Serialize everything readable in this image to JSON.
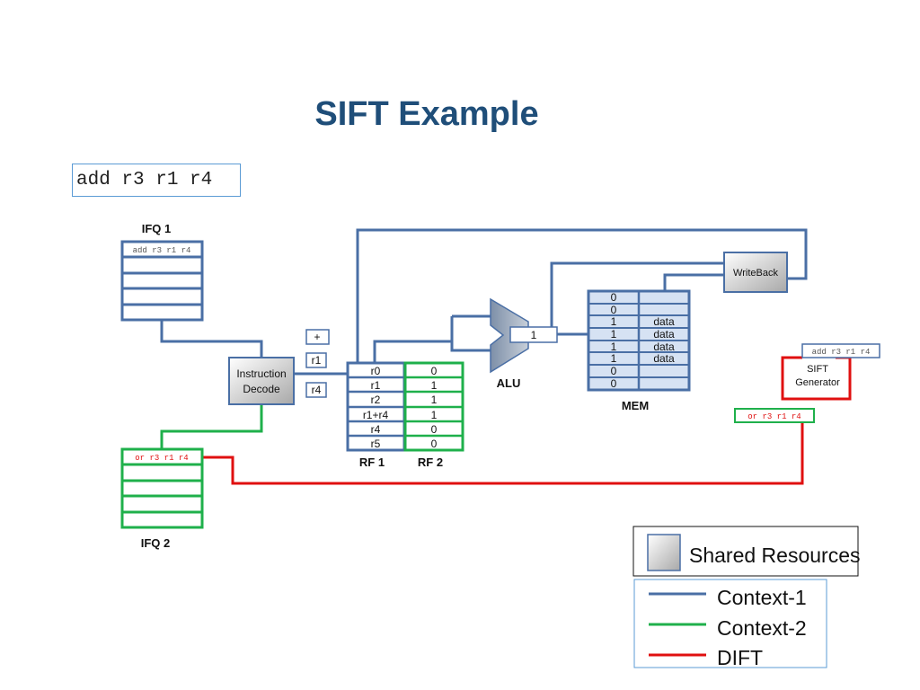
{
  "title": "SIFT Example",
  "instruction": "add r3 r1 r4",
  "ifq1": {
    "label": "IFQ 1",
    "entry": "add r3 r1 r4"
  },
  "ifq2": {
    "label": "IFQ 2",
    "entry": "or r3 r1 r4"
  },
  "decode": {
    "line1": "Instruction",
    "line2": "Decode"
  },
  "operands": {
    "op": "+",
    "src1": "r1",
    "src2": "r4"
  },
  "rf1": {
    "label": "RF 1",
    "regs": [
      "r0",
      "r1",
      "r2",
      "r1+r4",
      "r4",
      "r5"
    ]
  },
  "rf2": {
    "label": "RF 2",
    "bits": [
      "0",
      "1",
      "1",
      "1",
      "0",
      "0"
    ]
  },
  "alu": {
    "label": "ALU",
    "result": "1"
  },
  "mem": {
    "label": "MEM",
    "tags": [
      "0",
      "0",
      "1",
      "1",
      "1",
      "1",
      "0",
      "0"
    ],
    "values": [
      "",
      "",
      "data",
      "data",
      "data",
      "data",
      "",
      ""
    ]
  },
  "writeback": {
    "label": "WriteBack"
  },
  "sift": {
    "line1": "SIFT",
    "line2": "Generator",
    "input": "add r3 r1 r4",
    "output": "or r3 r1 r4"
  },
  "legend": {
    "shared": "Shared Resources",
    "items": [
      {
        "label": "Context-1",
        "color": "#4a6fa5"
      },
      {
        "label": "Context-2",
        "color": "#1fb04b"
      },
      {
        "label": "DIFT",
        "color": "#e01010"
      }
    ]
  },
  "colors": {
    "context1": "#4a6fa5",
    "context2": "#1fb04b",
    "dift": "#e01010",
    "title": "#1f4e79",
    "box_fill": "#d6e2f3"
  }
}
